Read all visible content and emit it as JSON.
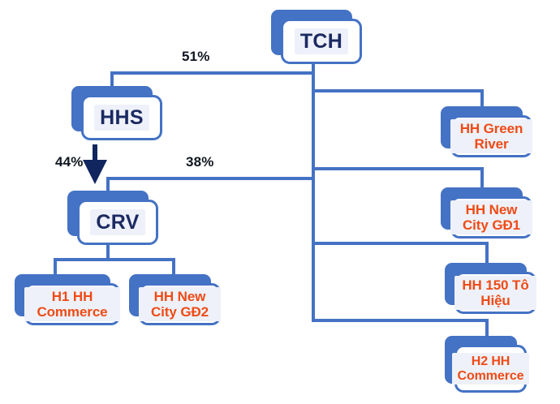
{
  "diagram": {
    "title": "TCH corporate ownership structure",
    "colors": {
      "line": "#4472c4",
      "arrow": "#11265e",
      "box_border": "#4472c4",
      "box_back": "#4472c4",
      "box_fill": "#ffffff",
      "label_plate": "#eef1f9",
      "primary_text": "#1b2a62",
      "subsidiary_text": "#ef4b16",
      "percent_text": "#10161f",
      "background": "#ffffff"
    },
    "nodes": [
      {
        "id": "tch",
        "label": "TCH",
        "kind": "primary"
      },
      {
        "id": "hhs",
        "label": "HHS",
        "kind": "primary"
      },
      {
        "id": "crv",
        "label": "CRV",
        "kind": "primary"
      },
      {
        "id": "h1-hh-commerce",
        "label": "H1 HH Commerce",
        "kind": "subsidiary"
      },
      {
        "id": "hh-new-city-gd2",
        "label": "HH New City GĐ2",
        "kind": "subsidiary"
      },
      {
        "id": "hh-green-river",
        "label": "HH Green River",
        "kind": "subsidiary"
      },
      {
        "id": "hh-new-city-gd1",
        "label": "HH New City GĐ1",
        "kind": "subsidiary"
      },
      {
        "id": "hh-150-to-hieu",
        "label": "HH 150 Tô Hiệu",
        "kind": "subsidiary"
      },
      {
        "id": "h2-hh-commerce",
        "label": "H2 HH Commerce",
        "kind": "subsidiary"
      }
    ],
    "edges": [
      {
        "from": "tch",
        "to": "hhs",
        "percent": "51%"
      },
      {
        "from": "hhs",
        "to": "crv",
        "percent": "44%"
      },
      {
        "from": "tch",
        "to": "crv",
        "percent": "38%"
      },
      {
        "from": "tch",
        "to": "hh-green-river",
        "percent": ""
      },
      {
        "from": "tch",
        "to": "hh-new-city-gd1",
        "percent": ""
      },
      {
        "from": "tch",
        "to": "hh-150-to-hieu",
        "percent": ""
      },
      {
        "from": "tch",
        "to": "h2-hh-commerce",
        "percent": ""
      },
      {
        "from": "crv",
        "to": "h1-hh-commerce",
        "percent": ""
      },
      {
        "from": "crv",
        "to": "hh-new-city-gd2",
        "percent": ""
      }
    ],
    "percent_labels": {
      "tch_to_hhs": "51%",
      "hhs_to_crv": "44%",
      "tch_to_crv": "38%"
    }
  }
}
